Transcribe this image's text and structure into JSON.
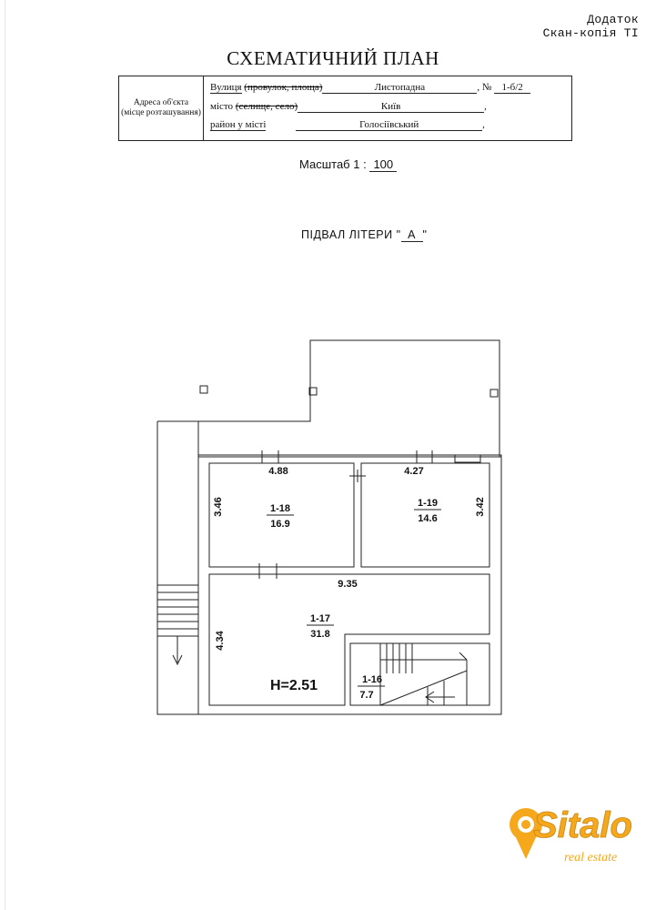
{
  "appendix": {
    "line1": "Додаток",
    "line2": "Скан-копія ТІ"
  },
  "title": "СХЕМАТИЧНИЙ ПЛАН",
  "address": {
    "label_line1": "Адреса об'єкта",
    "label_line2": "(місце розташування)",
    "street_label": "Вулиця",
    "street_label_struck": "(провулок, площа)",
    "street_value": "Листопадна",
    "number_label": "№",
    "number_value": "1-б/2",
    "city_label": "місто",
    "city_label_struck": "(селище, село)",
    "city_value": "Київ",
    "district_label": "район у місті",
    "district_value": "Голосіївський",
    "comma": ","
  },
  "scale": {
    "label": "Масштаб  1 :",
    "value": "100"
  },
  "floor": {
    "label": "ПІДВАЛ   ЛІТЕРИ \"",
    "letter": "А",
    "close": "\""
  },
  "plan": {
    "rooms": [
      {
        "id": "1-18",
        "area": "16.9"
      },
      {
        "id": "1-19",
        "area": "14.6"
      },
      {
        "id": "1-17",
        "area": "31.8"
      },
      {
        "id": "1-16",
        "area": "7.7"
      }
    ],
    "dimensions": {
      "room18_width": "4.88",
      "room18_height": "3.46",
      "room19_width": "4.27",
      "room19_height": "3.42",
      "room17_width": "9.35",
      "room17_height": "4.34"
    },
    "ceiling_height": "H=2.51"
  },
  "logo": {
    "brand": "Sitalo",
    "tagline": "real estate",
    "color": "#f5a81c"
  }
}
